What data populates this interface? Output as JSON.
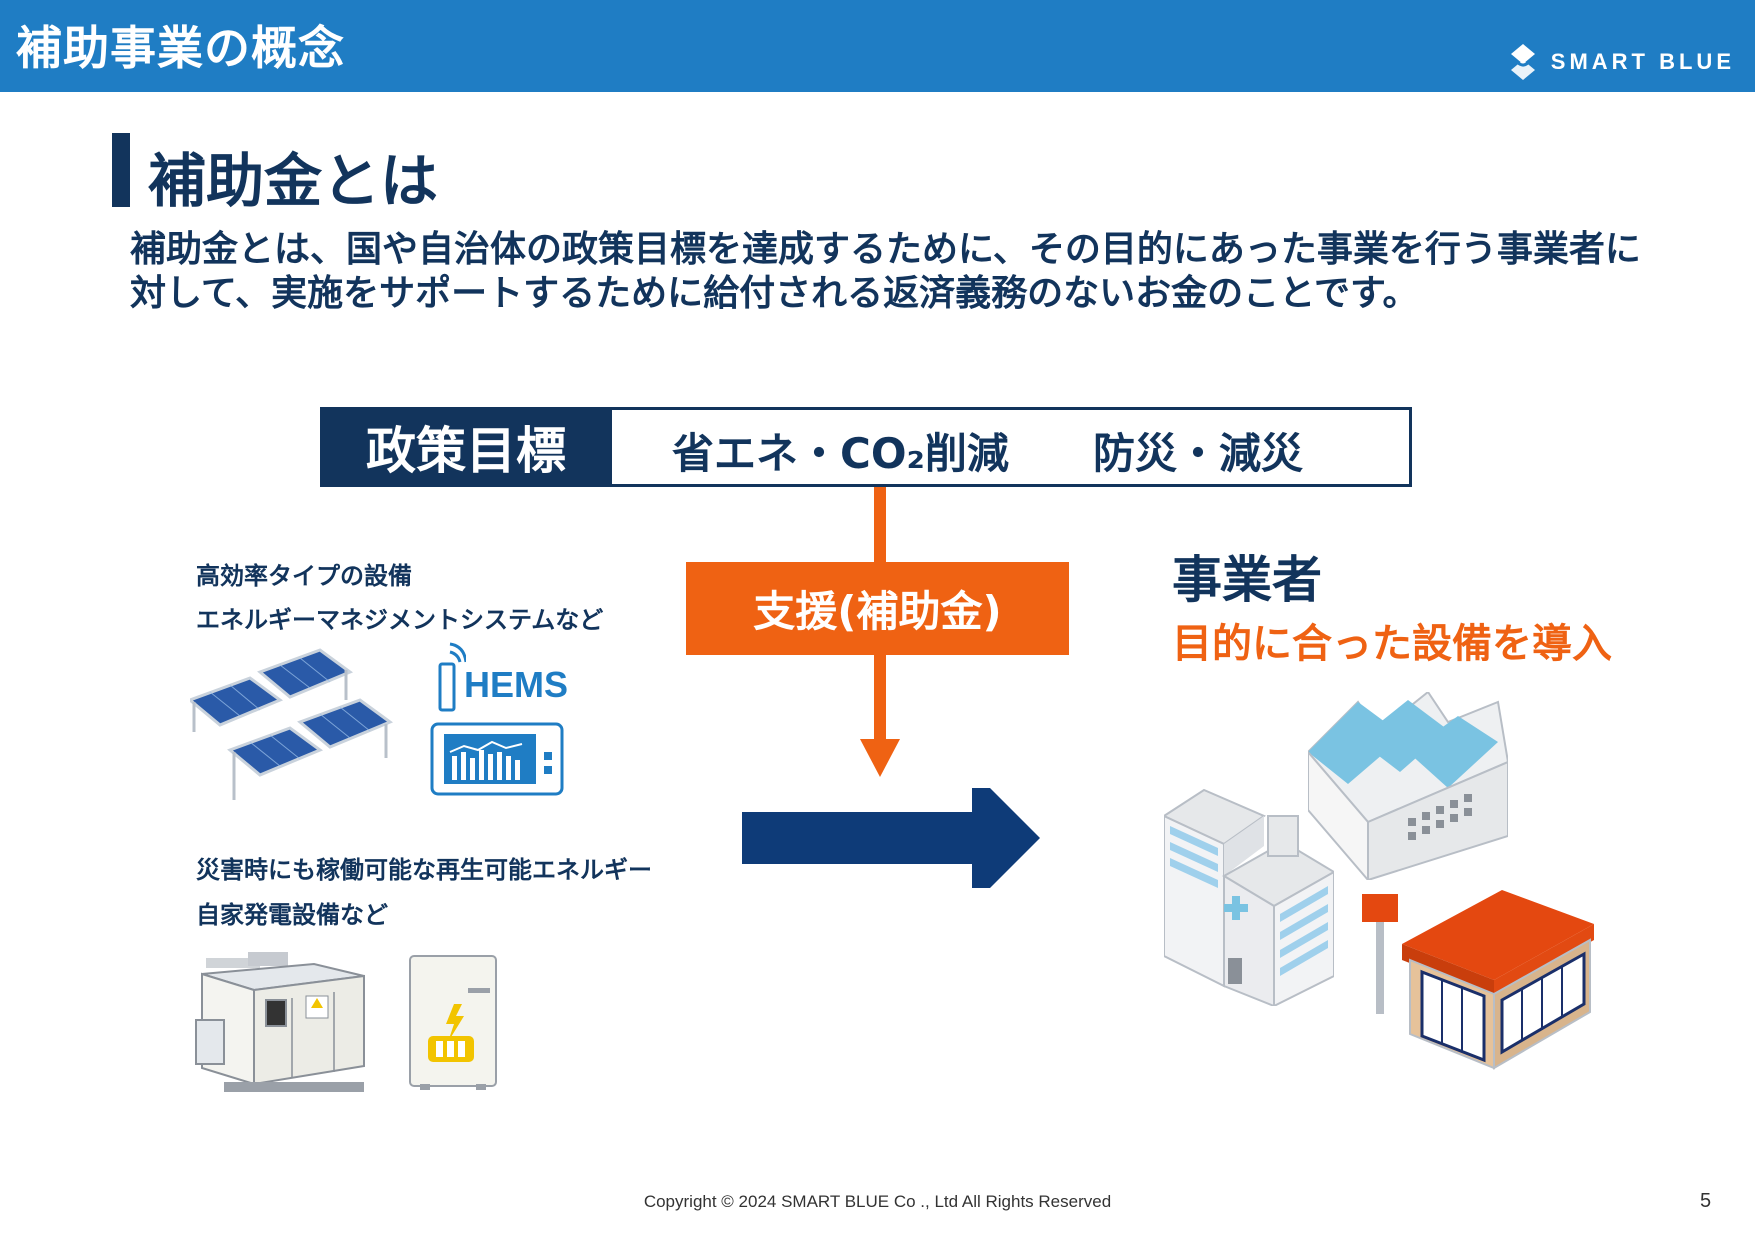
{
  "header": {
    "title": "補助事業の概念",
    "logo_text": "SMART BLUE",
    "logo_icon": "smart-blue-logo-icon"
  },
  "section": {
    "title": "補助金とは"
  },
  "description": "補助金とは、国や自治体の政策目標を達成するために、その目的にあった事業を行う事業者に対して、実施をサポートするために給付される返済義務のないお金のことです。",
  "policy": {
    "label": "政策目標",
    "goal_1": "省エネ・CO₂削減",
    "goal_2": "防災・減災"
  },
  "support": {
    "label": "支援(補助金)"
  },
  "left": {
    "group_1_line_1": "高効率タイプの設備",
    "group_1_line_2": "エネルギーマネジメントシステムなど",
    "hems_label": "HEMS",
    "group_2_line_1": "災害時にも稼働可能な再生可能エネルギー",
    "group_2_line_2": "自家発電設備など"
  },
  "business": {
    "title": "事業者",
    "subtitle": "目的に合った設備を導入"
  },
  "footer": {
    "copyright": "Copyright © 2024 SMART BLUE Co ., Ltd All Rights Reserved",
    "page": "5"
  },
  "colors": {
    "header_blue": "#1f7dc4",
    "navy": "#12345c",
    "arrow_navy": "#0e3b78",
    "orange": "#ef6213"
  }
}
